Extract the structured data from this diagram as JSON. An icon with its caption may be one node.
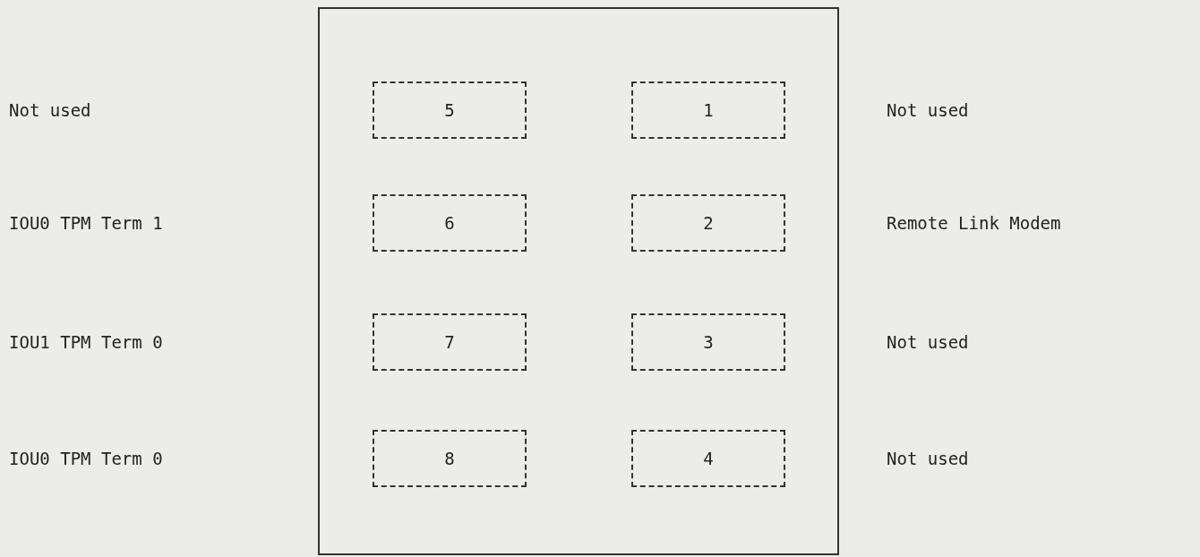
{
  "diagram": {
    "nodes": [
      {
        "text": [],
        "shape": "box"
      },
      {
        "text": [
          "5"
        ],
        "in": 0
      },
      {
        "text": [
          "1"
        ],
        "in": 0
      },
      {
        "text": [
          "6"
        ],
        "in": 0
      },
      {
        "text": [
          "2"
        ],
        "in": 0
      },
      {
        "text": [
          "7"
        ],
        "in": 0
      },
      {
        "text": [
          "3"
        ],
        "in": 0
      },
      {
        "text": [
          "8"
        ],
        "in": 0
      },
      {
        "text": [
          "4"
        ],
        "in": 0
      }
    ],
    "labels": [
      "Not used",
      "Not used",
      "IOU0 TPM Term 1",
      "Remote Link Modem",
      "IOU1 TPM Term 0",
      "Not used",
      "IOU0 TPM Term 0",
      "Not used"
    ]
  }
}
